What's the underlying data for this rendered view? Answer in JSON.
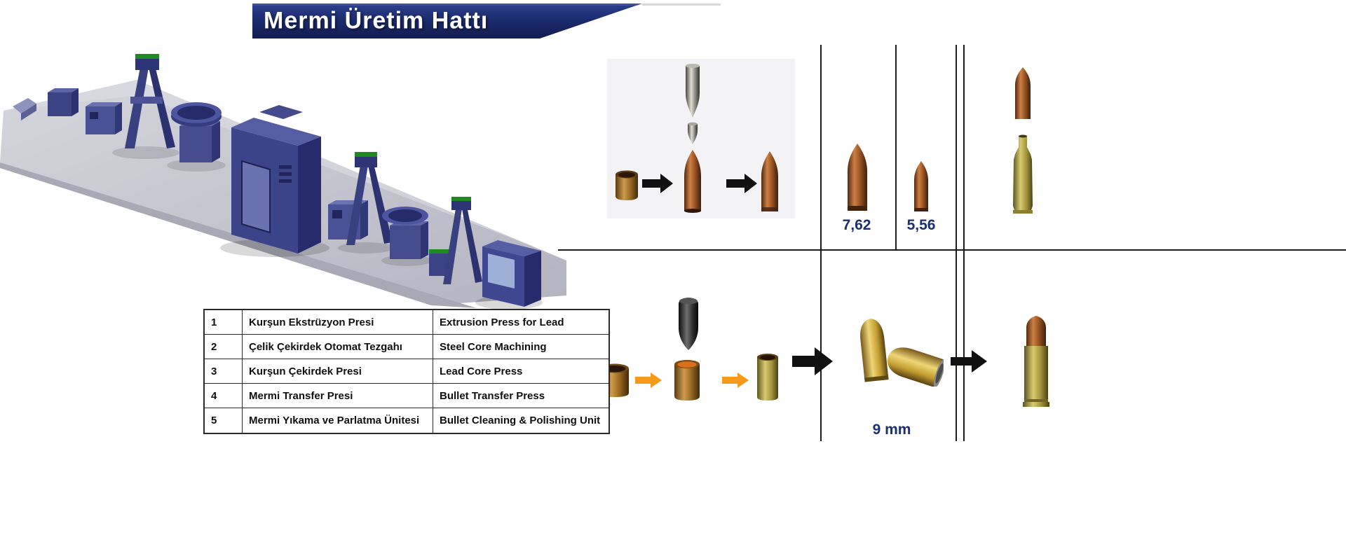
{
  "title": "Mermi Üretim Hattı",
  "process_top": {
    "caliber_762": "7,62",
    "caliber_556": "5,56"
  },
  "process_bottom": {
    "caliber_9mm": "9 mm"
  },
  "legend_table": {
    "rows": [
      {
        "no": "1",
        "tr": "Kurşun Ekstrüzyon Presi",
        "en": "Extrusion Press for Lead"
      },
      {
        "no": "2",
        "tr": "Çelik Çekirdek Otomat Tezgahı",
        "en": "Steel Core Machining"
      },
      {
        "no": "3",
        "tr": "Kurşun Çekirdek Presi",
        "en": "Lead Core Press"
      },
      {
        "no": "4",
        "tr": "Mermi Transfer Presi",
        "en": "Bullet Transfer Press"
      },
      {
        "no": "5",
        "tr": "Mermi Yıkama ve Parlatma Ünitesi",
        "en": "Bullet Cleaning & Polishing Unit"
      }
    ]
  },
  "colors": {
    "banner_navy": "#1b2a6b",
    "label_navy": "#1b2f6e",
    "arrow_black": "#111111",
    "arrow_orange": "#f59a1a",
    "machine_blue": "#3f4790",
    "platform_gray": "#c9c9d3"
  }
}
